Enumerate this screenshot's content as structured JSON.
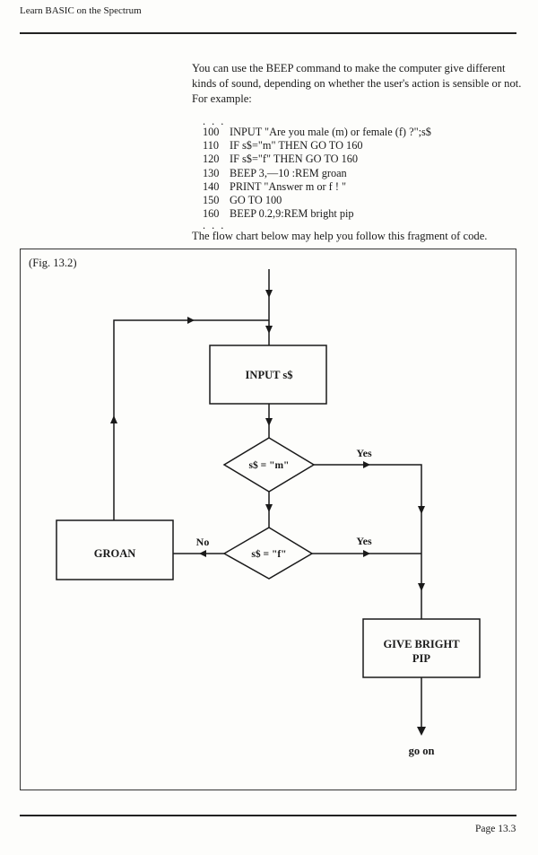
{
  "header": {
    "running_title": "Learn BASIC on the Spectrum"
  },
  "body": {
    "intro_paragraph": "You can use the BEEP command to make the computer give different kinds of sound, depending on whether the user's action is sensible or not. For example:",
    "code_ellipsis_before": ". . .",
    "code_lines": [
      {
        "line": "100",
        "text": "INPUT \"Are you male (m) or female (f) ?\";s$"
      },
      {
        "line": "110",
        "text": "IF s$=\"m\" THEN GO TO 160"
      },
      {
        "line": "120",
        "text": "IF s$=\"f\" THEN GO TO 160"
      },
      {
        "line": "130",
        "text": "BEEP 3,—10 :REM groan"
      },
      {
        "line": "140",
        "text": "PRINT \"Answer m or f ! \""
      },
      {
        "line": "150",
        "text": "GO TO 100"
      },
      {
        "line": "160",
        "text": "BEEP 0.2,9:REM bright pip"
      }
    ],
    "code_ellipsis_after": ". . .",
    "caption_sentence": "The flow chart below may help you follow this fragment of code."
  },
  "figure": {
    "label": "(Fig.  13.2)",
    "nodes": {
      "input_box": "INPUT s$",
      "decision_m": "s$ = \"m\"",
      "decision_f": "s$ = \"f\"",
      "groan_box": "GROAN",
      "pip_box_line1": "GIVE BRIGHT",
      "pip_box_line2": "PIP",
      "exit_label": "go on"
    },
    "edge_labels": {
      "m_yes": "Yes",
      "f_yes": "Yes",
      "f_no": "No"
    }
  },
  "footer": {
    "page_number": "Page 13.3"
  }
}
